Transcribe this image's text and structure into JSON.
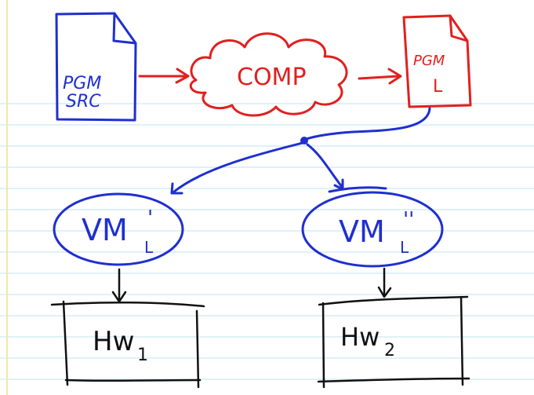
{
  "colors": {
    "ruled_line": "#bfe3f2",
    "margin_line": "#f3e7a6",
    "ink_blue": "#1f2fd0",
    "ink_red": "#e21f1f",
    "ink_black": "#111111"
  },
  "nodes": {
    "source_program": {
      "line1": "PGM",
      "line2": "SRC"
    },
    "compiler": {
      "label": "COMP"
    },
    "program_l": {
      "line1": "PGM",
      "line2": "L"
    },
    "vm1": {
      "base": "VM",
      "prime": "'",
      "sub": "L"
    },
    "vm2": {
      "base": "VM",
      "prime": "''",
      "sub": "L"
    },
    "hw1": {
      "base": "Hw",
      "sub": "1"
    },
    "hw2": {
      "base": "Hw",
      "sub": "2"
    }
  }
}
